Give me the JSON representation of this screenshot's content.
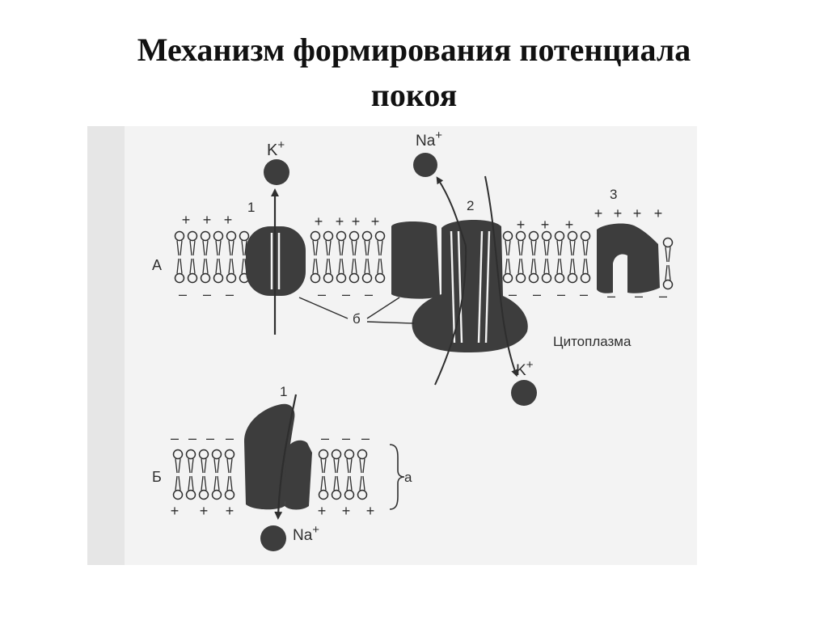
{
  "title": {
    "line1": "Механизм формирования потенциала",
    "line2": "покоя"
  },
  "diagram": {
    "panel_a": "А",
    "panel_b": "Б",
    "k_ion_top": "K",
    "na_ion_top": "Na",
    "k_ion_bottom": "K",
    "na_ion_bottom": "Na",
    "ion_charge": "+",
    "channel_1": "1",
    "channel_2": "2",
    "channel_3": "3",
    "channel_1b": "1",
    "protein_label": "б",
    "membrane_label": "а",
    "cytoplasm": "Цитоплазма",
    "plus": "+",
    "minus": "–"
  },
  "colors": {
    "ink": "#3d3d3d",
    "paper": "#f3f3f3",
    "line": "#2e2e2e"
  }
}
